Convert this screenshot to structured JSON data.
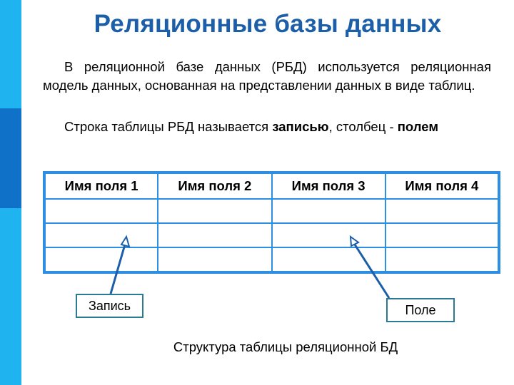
{
  "slide": {
    "title": "Реляционные базы данных",
    "paragraph_1": "В реляционной базе данных (РБД) используется реляционная модель данных, основанная на представлении данных в виде таблиц.",
    "paragraph_2_prefix": "Строка таблицы РБД называется ",
    "paragraph_2_term_record": "записью",
    "paragraph_2_middle": ", столбец - ",
    "paragraph_2_term_field": "полем"
  },
  "table": {
    "headers": [
      "Имя поля 1",
      "Имя поля 2",
      "Имя поля 3",
      "Имя поля 4"
    ],
    "rows": [
      [
        "",
        "",
        "",
        ""
      ],
      [
        "",
        "",
        "",
        ""
      ],
      [
        "",
        "",
        "",
        ""
      ]
    ]
  },
  "labels": {
    "record": "Запись",
    "field": "Поле"
  },
  "caption": "Структура таблицы реляционной БД",
  "colors": {
    "title": "#1c5fa8",
    "side_bar": "#1fb4ef",
    "side_accent": "#0f71c7",
    "table_border": "#2d8fe3",
    "arrow": "#1c5fa8",
    "label_border": "#2a7a94"
  }
}
